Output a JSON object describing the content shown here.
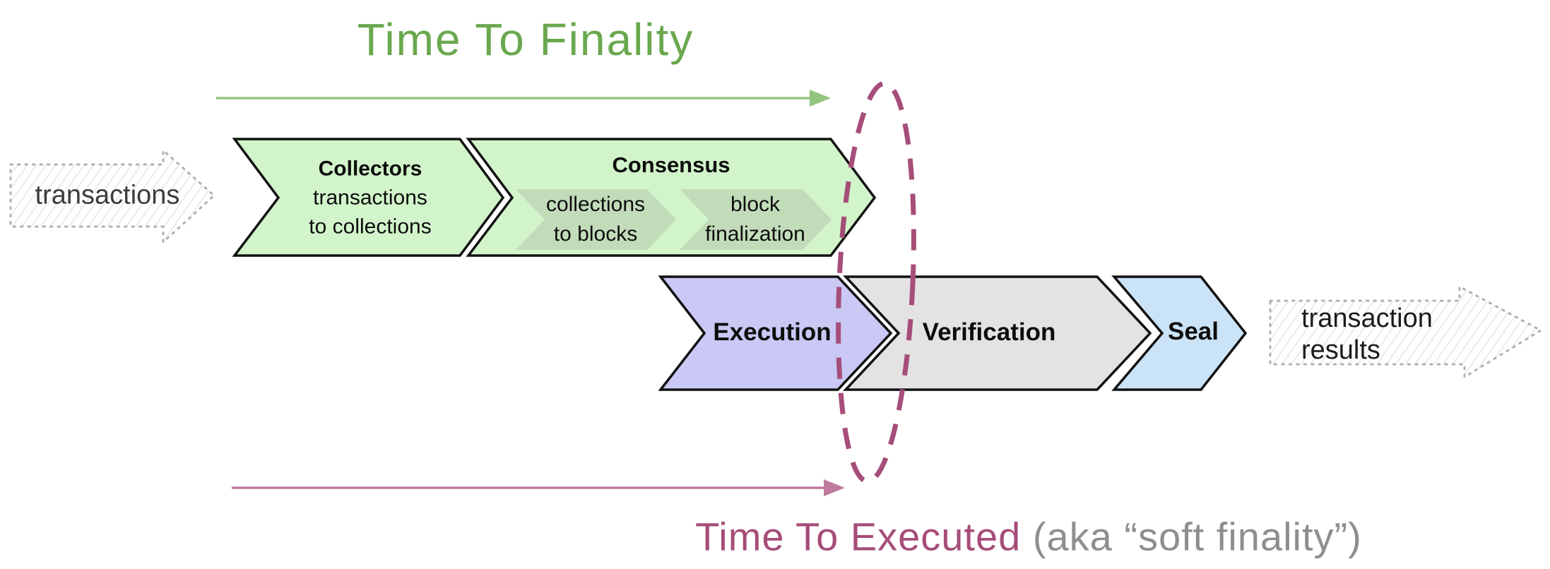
{
  "diagram": {
    "title_top": {
      "label": "Time To Finality",
      "color": "#6aa84f"
    },
    "title_bottom": {
      "label": "Time To Executed",
      "suffix": " (aka “soft finality”)",
      "label_color": "#a64d79",
      "suffix_color": "#8e8e8e"
    },
    "timeline_arrows": {
      "finality_arrow_color": "#93c47d",
      "executed_arrow_color": "#c27ba0"
    },
    "focus_ellipse": {
      "color": "#a64d79"
    },
    "input_arrow": {
      "label": "transactions"
    },
    "output_arrow": {
      "line1": "transaction",
      "line2": "results"
    },
    "stages": [
      {
        "title": "Collectors",
        "line1": "transactions",
        "line2": "to collections"
      },
      {
        "title": "Consensus",
        "substages": [
          {
            "line1": "collections",
            "line2": "to blocks"
          },
          {
            "line1": "block",
            "line2": "finalization"
          }
        ]
      },
      {
        "title": "Execution"
      },
      {
        "title": "Verification"
      },
      {
        "title": "Seal"
      }
    ],
    "colors": {
      "stage_green": "#d2f4ca",
      "stage_green_sub": "#c2dcba",
      "stage_purple": "#cac8f5",
      "stage_gray": "#e3e3e3",
      "stage_blue": "#cbe3f7",
      "outline": "#111111"
    }
  }
}
